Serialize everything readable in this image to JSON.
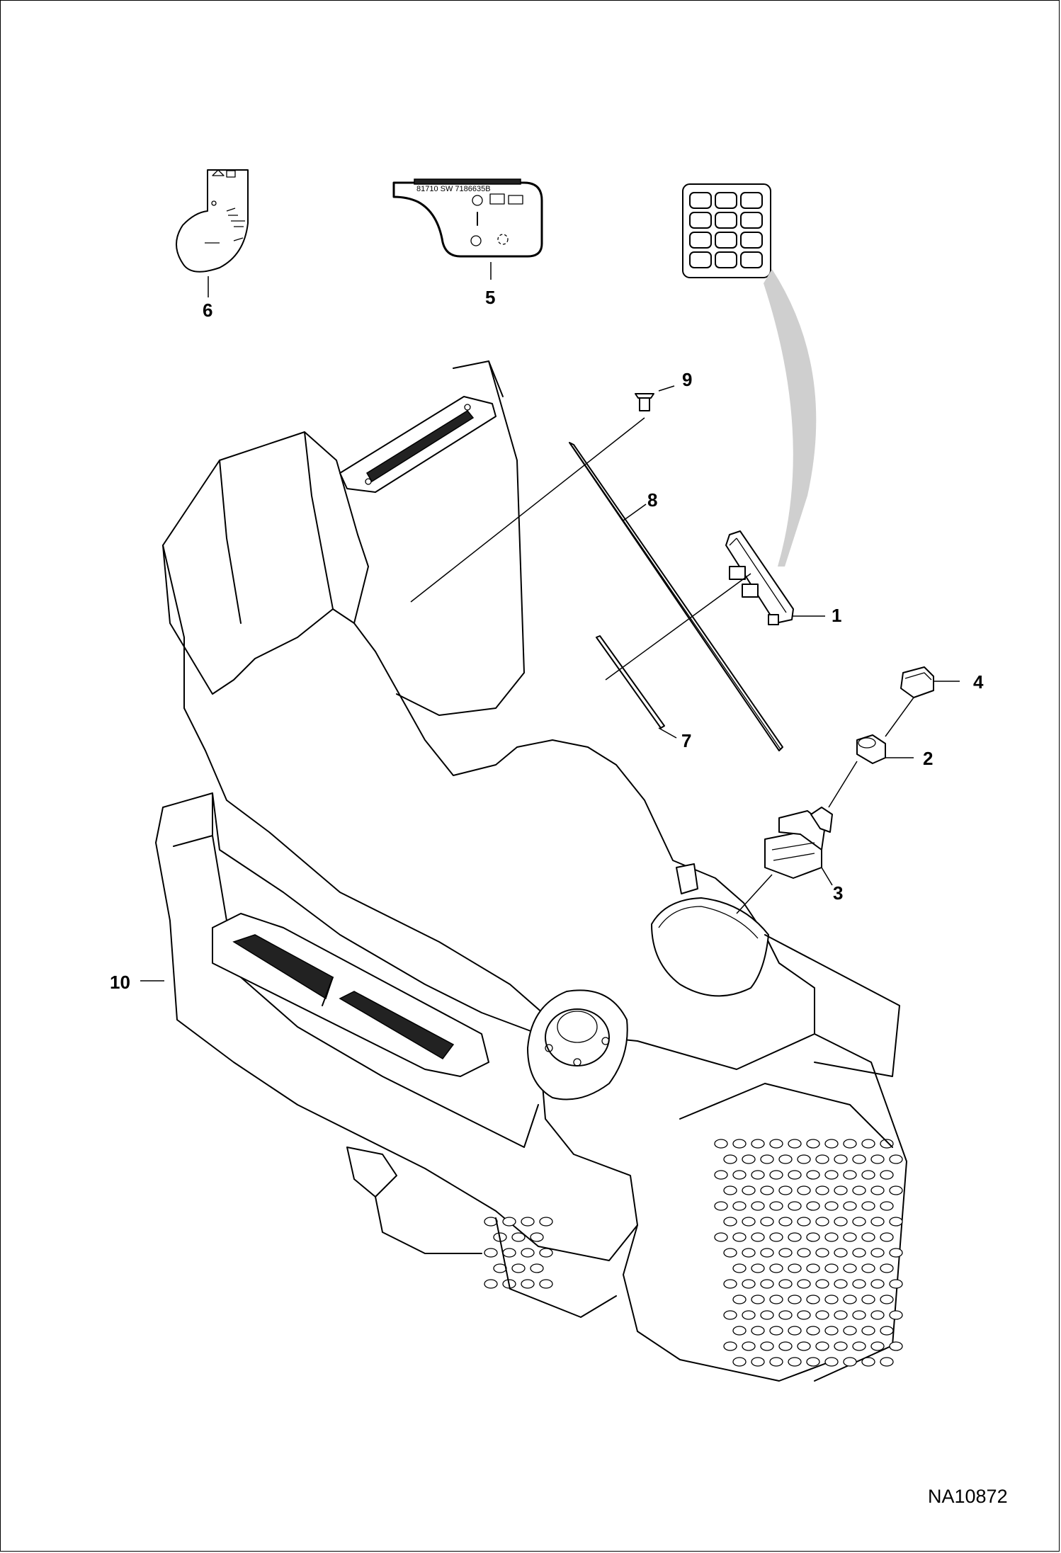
{
  "diagram": {
    "callouts": [
      {
        "id": "1",
        "label": "1"
      },
      {
        "id": "2",
        "label": "2"
      },
      {
        "id": "3",
        "label": "3"
      },
      {
        "id": "4",
        "label": "4"
      },
      {
        "id": "5",
        "label": "5"
      },
      {
        "id": "6",
        "label": "6"
      },
      {
        "id": "7",
        "label": "7"
      },
      {
        "id": "8",
        "label": "8"
      },
      {
        "id": "9",
        "label": "9"
      },
      {
        "id": "10",
        "label": "10"
      }
    ],
    "decal_text": "81710 SW   7186635B",
    "drawing_number": "NA10872"
  },
  "colors": {
    "line": "#000000",
    "background": "#ffffff",
    "shadow": "#cfcfcf"
  }
}
